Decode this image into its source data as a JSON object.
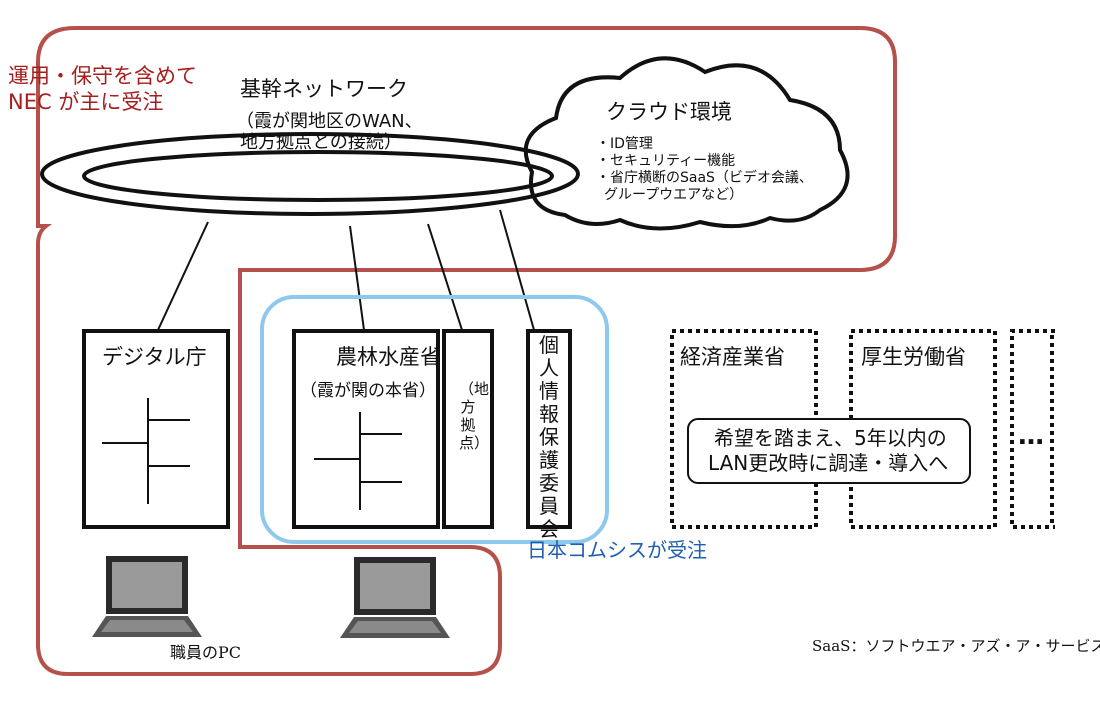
{
  "nec_note": [
    "運用・保守を含めて",
    "NEC が主に受注"
  ],
  "backbone": {
    "title": "基幹ネットワーク",
    "desc": [
      "（霞が関地区のWAN、",
      "地方拠点との接続）"
    ]
  },
  "cloud": {
    "title": "クラウド環境",
    "items": [
      "・ID管理",
      "・セキュリティー機能",
      "・省庁横断のSaaS（ビデオ会議、",
      "グループウエアなど）"
    ]
  },
  "agencies": {
    "digital": "デジタル庁",
    "maff": "農林水産省",
    "maff_sub": "（霞が関の本省）",
    "regional": "（地方拠点）",
    "ppc": "個人情報保護委員会",
    "meti": "経済産業省",
    "mhlw": "厚生労働省",
    "more": "…"
  },
  "future_note": [
    "希望を踏まえ、5年以内の",
    "LAN更改時に調達・導入へ"
  ],
  "comsys_note": "日本コムシスが受注",
  "pc_label": "職員のPC",
  "saas_note": "SaaS：ソフトウエア・アズ・ア・サービス",
  "colors": {
    "nec": "#b5504b",
    "comsys": "#8ec8ec",
    "nec_text": "#a61f1f",
    "comsys_text": "#1f5fb0"
  }
}
